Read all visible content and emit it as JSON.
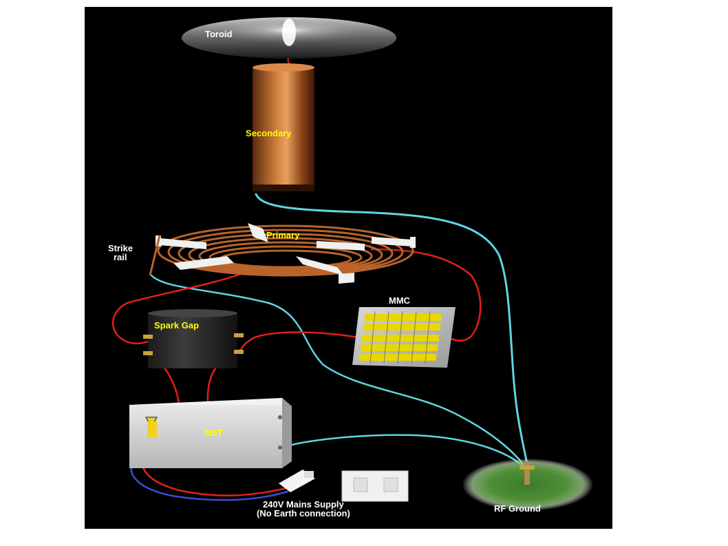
{
  "labels": {
    "toroid": "Toroid",
    "secondary": "Secondary",
    "primary": "Primary",
    "strike_rail_line1": "Strike",
    "strike_rail_line2": "rail",
    "mmc": "MMC",
    "spark_gap": "Spark Gap",
    "nst": "NST",
    "mains_line1": "240V Mains Supply",
    "mains_line2": "(No Earth connection)",
    "rf_ground": "RF Ground"
  },
  "colors": {
    "background": "#000000",
    "label": "#ffff00",
    "label_bottom": "#ffffff",
    "wire_hv": "#e0201c",
    "wire_ground": "#5fd6e0",
    "wire_neutral": "#3a4cd6",
    "copper": "#b8642a"
  }
}
